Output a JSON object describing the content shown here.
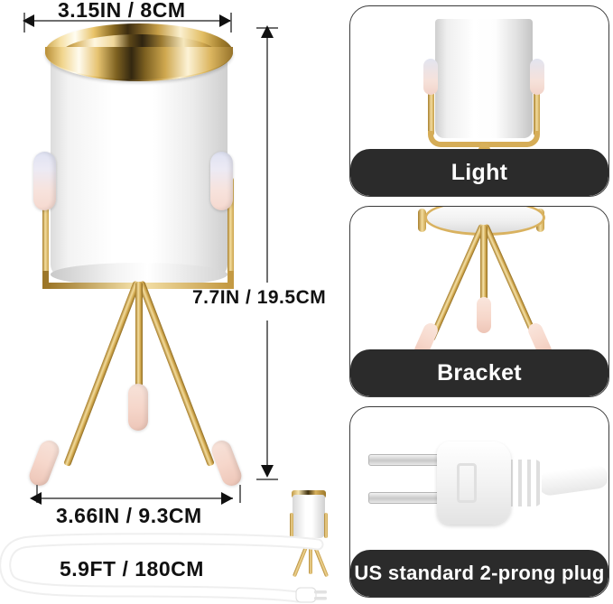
{
  "dimensions": {
    "shade_width": "3.15IN / 8CM",
    "lamp_height": "7.7IN / 19.5CM",
    "base_width": "3.66IN / 9.3CM",
    "cord_length": "5.9FT / 180CM"
  },
  "panels": [
    {
      "id": "light",
      "label": "Light"
    },
    {
      "id": "bracket",
      "label": "Bracket"
    },
    {
      "id": "plug",
      "label": "US standard 2-prong plug"
    }
  ],
  "colors": {
    "gold": "#d8b05a",
    "gold_dark": "#8e6b22",
    "gold_light": "#f6e3ac",
    "shade_white": "#ffffff",
    "foot_pink": "#f6d7cb",
    "knob_lavender": "#dfe2f2",
    "label_bar": "#2b2b2b",
    "panel_border": "#3a3a3a",
    "dim_text": "#111111",
    "dim_line": "#6f6f6f",
    "background": "#ffffff"
  },
  "icons": {
    "arrow_left": "arrow-left-icon",
    "arrow_right": "arrow-right-icon",
    "arrow_up": "arrow-up-icon",
    "arrow_down": "arrow-down-icon"
  }
}
